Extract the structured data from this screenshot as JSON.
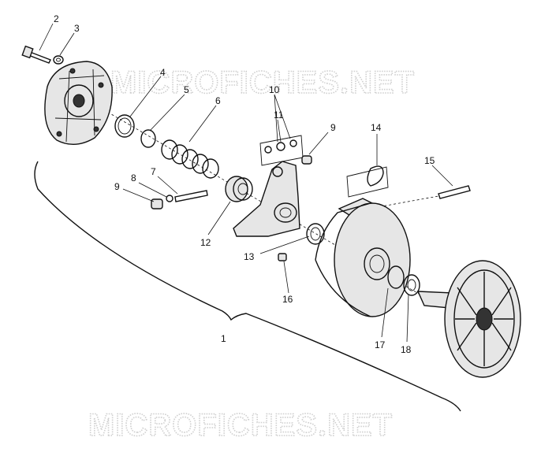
{
  "watermarks": {
    "top": "MICROFICHES.NET",
    "bottom": "MICROFICHES.NET"
  },
  "callouts": [
    "1",
    "2",
    "3",
    "4",
    "5",
    "6",
    "7",
    "8",
    "9",
    "9",
    "10",
    "11",
    "12",
    "13",
    "14",
    "15",
    "16",
    "17",
    "18"
  ]
}
